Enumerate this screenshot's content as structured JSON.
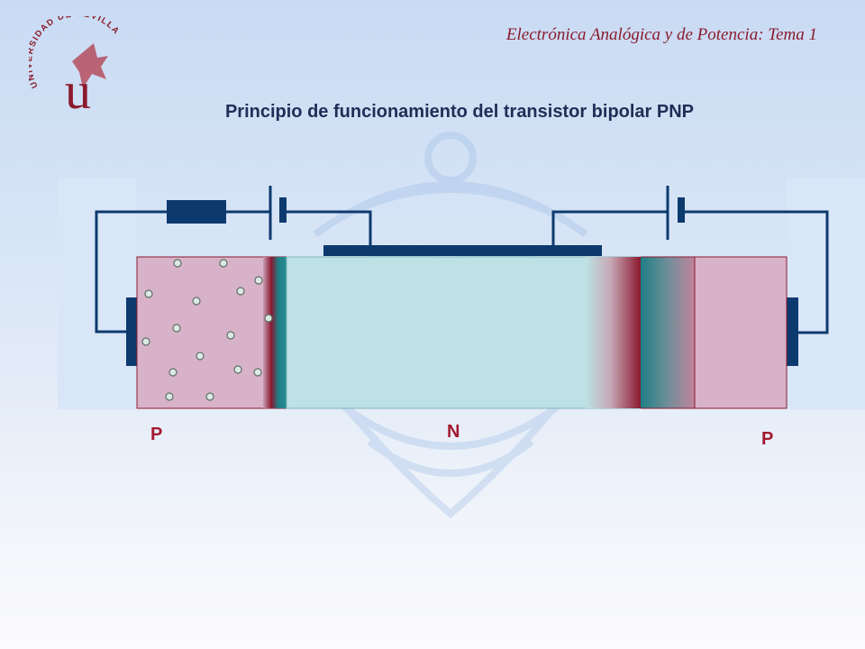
{
  "header": {
    "title": "Electrónica Analógica y de Potencia: Tema 1"
  },
  "logo": {
    "text": "UNIVERSIDAD DE SEVILLA"
  },
  "main": {
    "title": "Principio de funcionamiento del transistor bipolar PNP"
  },
  "regions": {
    "emitter_label": "P",
    "base_label": "N",
    "collector_label": "P"
  },
  "colors": {
    "accent": "#8a1a2c",
    "wire": "#0d3a6e",
    "p_region": "#d8b2c8",
    "n_region": "#bde1e4",
    "junction_teal": "#1e7f86",
    "junction_red": "#8a1a30"
  },
  "icons": [
    "battery-icon",
    "resistor-icon",
    "logo-crest-icon"
  ]
}
